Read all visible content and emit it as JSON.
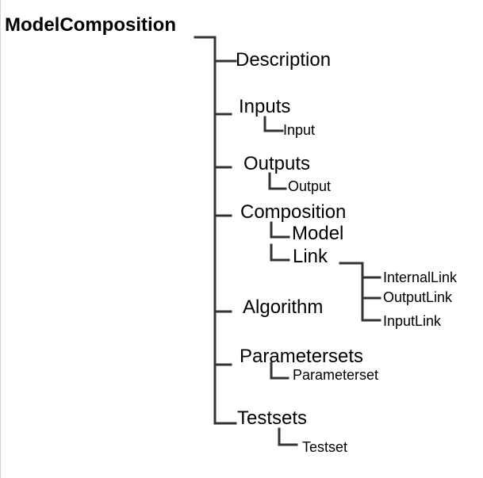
{
  "tree": {
    "root": "ModelComposition",
    "description": "Description",
    "inputs": {
      "label": "Inputs",
      "child": "Input"
    },
    "outputs": {
      "label": "Outputs",
      "child": "Output"
    },
    "composition": {
      "label": "Composition",
      "model": "Model",
      "link": {
        "label": "Link",
        "children": [
          "InternalLink",
          "OutputLink",
          "InputLink"
        ]
      }
    },
    "algorithm": "Algorithm",
    "parametersets": {
      "label": "Parametersets",
      "child": "Parameterset"
    },
    "testsets": {
      "label": "Testsets",
      "child": "Testset"
    }
  },
  "colors": {
    "connector": "#333333",
    "text": "#000000",
    "background": "#ffffff"
  }
}
